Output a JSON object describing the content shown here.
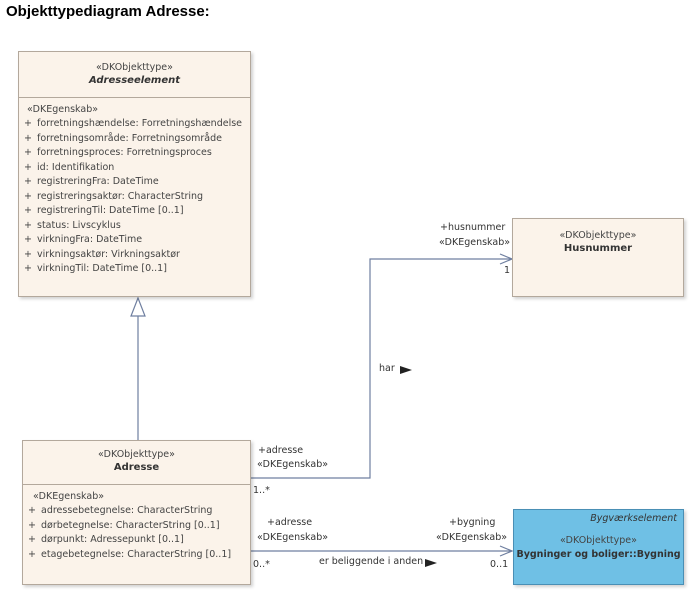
{
  "title": "Objekttypediagram Adresse:",
  "colors": {
    "class_fill": "#fbf3ea",
    "class_border": "#b3a89c",
    "external_fill": "#6fc0e5",
    "line": "#6f7fa0"
  },
  "classes": {
    "adresseelement": {
      "stereotype": "«DKObjekttype»",
      "name": "Adresseelement",
      "attr_stereotype": "«DKEgenskab»",
      "attributes": [
        {
          "vis": "+",
          "text": "forretningshændelse: Forretningshændelse"
        },
        {
          "vis": "+",
          "text": "forretningsområde: Forretningsområde"
        },
        {
          "vis": "+",
          "text": "forretningsproces: Forretningsproces"
        },
        {
          "vis": "+",
          "text": "id: Identifikation"
        },
        {
          "vis": "+",
          "text": "registreringFra: DateTime"
        },
        {
          "vis": "+",
          "text": "registreringsaktør: CharacterString"
        },
        {
          "vis": "+",
          "text": "registreringTil: DateTime [0..1]"
        },
        {
          "vis": "+",
          "text": "status: Livscyklus"
        },
        {
          "vis": "+",
          "text": "virkningFra: DateTime"
        },
        {
          "vis": "+",
          "text": "virkningsaktør: Virkningsaktør"
        },
        {
          "vis": "+",
          "text": "virkningTil: DateTime [0..1]"
        }
      ]
    },
    "husnummer": {
      "stereotype": "«DKObjekttype»",
      "name": "Husnummer"
    },
    "adresse": {
      "stereotype": "«DKObjekttype»",
      "name": "Adresse",
      "attr_stereotype": "«DKEgenskab»",
      "attributes": [
        {
          "vis": "+",
          "text": "adressebetegnelse: CharacterString"
        },
        {
          "vis": "+",
          "text": "dørbetegnelse: CharacterString [0..1]"
        },
        {
          "vis": "+",
          "text": "dørpunkt: Adressepunkt [0..1]"
        },
        {
          "vis": "+",
          "text": "etagebetegnelse: CharacterString [0..1]"
        }
      ]
    },
    "bygning": {
      "package": "Bygværkselement",
      "stereotype": "«DKObjekttype»",
      "name": "Bygninger og boliger::Bygning"
    }
  },
  "associations": {
    "har": {
      "label": "har",
      "target_role": "+husnummer",
      "target_stereo": "«DKEgenskab»",
      "target_mult": "1",
      "source_role": "+adresse",
      "source_stereo": "«DKEgenskab»",
      "source_mult": "1..*"
    },
    "beliggende": {
      "label": "er beliggende i anden",
      "target_role": "+bygning",
      "target_stereo": "«DKEgenskab»",
      "target_mult": "0..1",
      "source_role": "+adresse",
      "source_stereo": "«DKEgenskab»",
      "source_mult": "0..*"
    }
  }
}
